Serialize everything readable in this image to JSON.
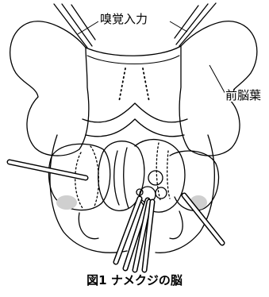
{
  "labels": {
    "olfactory_input": "嗅覚入力",
    "frontal_lobe": "前脳葉"
  },
  "caption": "図1 ナメクジの脳",
  "colors": {
    "line": "#000000",
    "shade": "#cfcfcf",
    "background": "#ffffff"
  }
}
